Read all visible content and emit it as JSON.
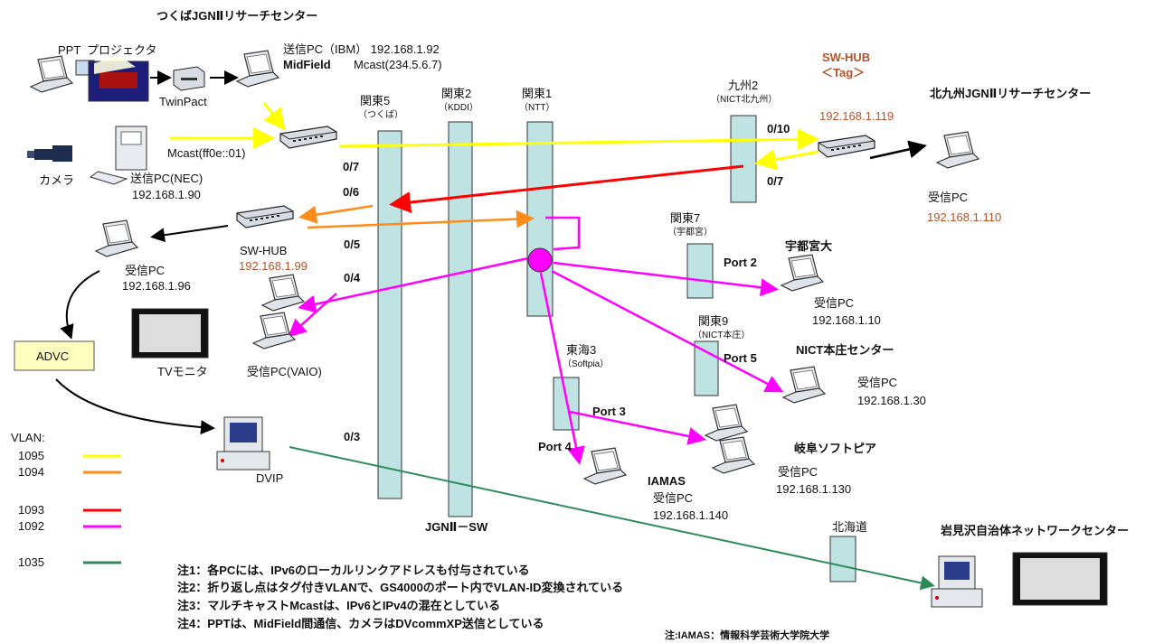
{
  "header": {
    "tsukuba_center": "つくばJGNⅡリサーチセンター",
    "kitakyushu_center": "北九州JGNⅡリサーチセンター",
    "iwamizawa_center": "岩見沢自治体ネットワークセンター",
    "nict_honjo_center": "NICT本庄センター",
    "utsunomiya": "宇都宮大",
    "gifu": "岐阜ソフトピア",
    "iamas": "IAMAS",
    "jgn_sw": "JGNⅡ－SW"
  },
  "devices": {
    "ppt": "PPT",
    "projector": "プロジェクタ",
    "twinpact": "TwinPact",
    "camera": "カメラ",
    "tv_monitor": "TVモニタ",
    "advc": "ADVC",
    "dvip": "DVIP",
    "sender_ibm_line1": "送信PC（IBM） 192.168.1.92",
    "sender_ibm_midfield": "MidField",
    "sender_ibm_mcast": "Mcast(234.5.6.7)",
    "mcast_ff0e": "Mcast(ff0e::01)",
    "sender_nec": "送信PC(NEC)",
    "sender_nec_ip": "192.168.1.90",
    "swhub_left": "SW-HUB",
    "swhub_left_ip": "192.168.1.99",
    "recv_left": "受信PC",
    "recv_left_ip": "192.168.1.96",
    "recv_vaio": "受信PC(VAIO)",
    "swhub_tag_1": "SW-HUB",
    "swhub_tag_2": "＜Tag＞",
    "swhub_tag_ip": "192.168.1.119",
    "recv_kyushu": "受信PC",
    "recv_kyushu_ip": "192.168.1.110",
    "recv_utsunomiya": "受信PC",
    "recv_utsunomiya_ip": "192.168.1.10",
    "recv_honjo": "受信PC",
    "recv_honjo_ip": "192.168.1.30",
    "recv_gifu": "受信PC",
    "recv_gifu_ip": "192.168.1.130",
    "recv_iamas": "受信PC",
    "recv_iamas_ip": "192.168.1.140"
  },
  "nodes": {
    "kanto5": "関東5",
    "kanto5_sub": "（つくば）",
    "kanto2": "関東2",
    "kanto2_sub": "（KDDI）",
    "kanto1": "関東1",
    "kanto1_sub": "（NTT）",
    "kyushu2": "九州2",
    "kyushu2_sub": "（NICT北九州）",
    "kanto7": "関東7",
    "kanto7_sub": "（宇都宮）",
    "kanto9": "関東9",
    "kanto9_sub": "（NICT本庄）",
    "tokai3": "東海3",
    "tokai3_sub": "（Softpia）",
    "hokkaido": "北海道"
  },
  "ports": {
    "p0_10": "0/10",
    "p0_7a": "0/7",
    "p0_7b": "0/7",
    "p0_6": "0/6",
    "p0_5": "0/5",
    "p0_4": "0/4",
    "p0_3": "0/3",
    "port2": "Port  2",
    "port5": "Port  5",
    "port3": "Port  3",
    "port4": "Port  4"
  },
  "legend": {
    "title": "VLAN:",
    "items": [
      {
        "label": "1095",
        "color": "#ffff00"
      },
      {
        "label": "1094",
        "color": "#ff8c1a"
      },
      {
        "label": "1093",
        "color": "#ff0000"
      },
      {
        "label": "1092",
        "color": "#ff00ff"
      },
      {
        "label": "1035",
        "color": "#2e8b57"
      }
    ]
  },
  "notes": [
    "注1：各PCには、IPv6のローカルリンクアドレスも付与されている",
    "注2：折り返し点はタグ付きVLANで、GS4000のポート内でVLAN-ID変換されている",
    "注3：マルチキャストMcastは、IPv6とIPv4の混在としている",
    "注4：PPTは、MidField間通信、カメラはDVcommXP送信としている"
  ],
  "footnote_cut": "注:IAMAS：情報科学芸術大学院大学"
}
